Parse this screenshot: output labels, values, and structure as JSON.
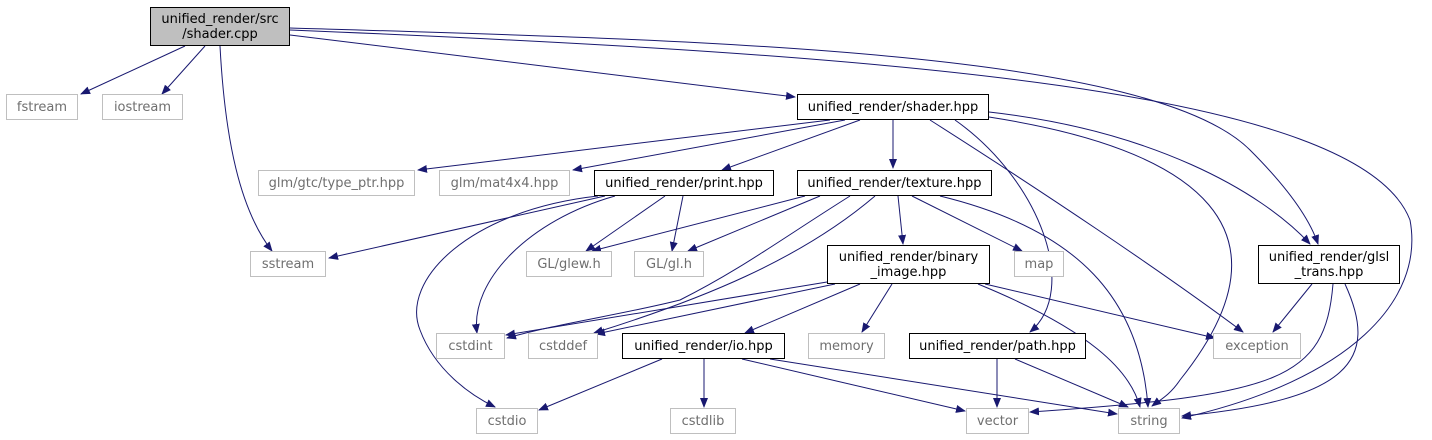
{
  "graph": {
    "edge_color": "#191970",
    "nodes": {
      "root": {
        "label": "unified_render/src\n/shader.cpp"
      },
      "fstream": {
        "label": "fstream"
      },
      "iostream": {
        "label": "iostream"
      },
      "shader_hpp": {
        "label": "unified_render/shader.hpp"
      },
      "type_ptr": {
        "label": "glm/gtc/type_ptr.hpp"
      },
      "mat4x4": {
        "label": "glm/mat4x4.hpp"
      },
      "print_hpp": {
        "label": "unified_render/print.hpp"
      },
      "texture_hpp": {
        "label": "unified_render/texture.hpp"
      },
      "sstream": {
        "label": "sstream"
      },
      "glew": {
        "label": "GL/glew.h"
      },
      "gl": {
        "label": "GL/gl.h"
      },
      "binary_image": {
        "label": "unified_render/binary\n_image.hpp"
      },
      "map": {
        "label": "map"
      },
      "glsl_trans": {
        "label": "unified_render/glsl\n_trans.hpp"
      },
      "cstdint": {
        "label": "cstdint"
      },
      "cstddef": {
        "label": "cstddef"
      },
      "io_hpp": {
        "label": "unified_render/io.hpp"
      },
      "memory": {
        "label": "memory"
      },
      "path_hpp": {
        "label": "unified_render/path.hpp"
      },
      "exception": {
        "label": "exception"
      },
      "cstdio": {
        "label": "cstdio"
      },
      "cstdlib": {
        "label": "cstdlib"
      },
      "vector": {
        "label": "vector"
      },
      "string": {
        "label": "string"
      }
    }
  }
}
